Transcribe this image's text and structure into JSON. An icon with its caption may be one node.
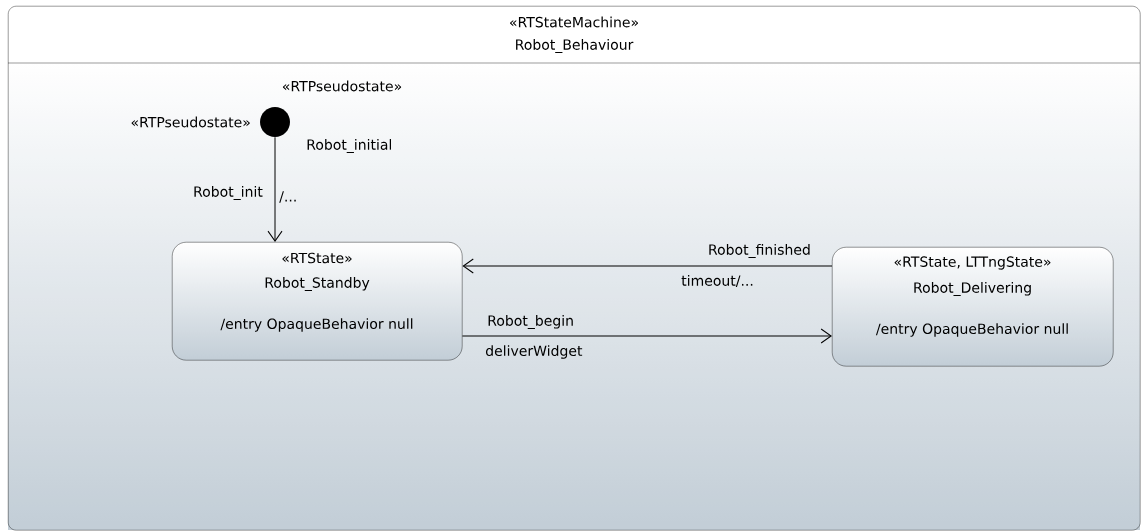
{
  "diagram": {
    "nodes": [
      {
        "text": [
          "«RTStateMachine»",
          "Robot_Behaviour"
        ]
      },
      {
        "text": [],
        "shape": "circle",
        "in": 0,
        "beside": [
          "«RTPseudostate»",
          "«RTPseudostate»",
          "Robot_initial"
        ]
      },
      {
        "text": [
          "«RTState»",
          "Robot_Standby",
          "/entry OpaqueBehavior null"
        ],
        "in": 0
      },
      {
        "text": [
          "«RTState, LTTngState»",
          "Robot_Delivering",
          "/entry OpaqueBehavior null"
        ],
        "in": 0
      }
    ],
    "edges": [
      {
        "from": 1,
        "to": 2,
        "arrow": "to",
        "label": "Robot_init"
      },
      {
        "from": 3,
        "to": 2,
        "arrow": "to",
        "label": "Robot_finished"
      },
      {
        "from": 2,
        "to": 3,
        "arrow": "to",
        "label": "Robot_begin"
      }
    ],
    "labels": [
      "/...",
      "timeout/...",
      "deliverWidget"
    ]
  }
}
